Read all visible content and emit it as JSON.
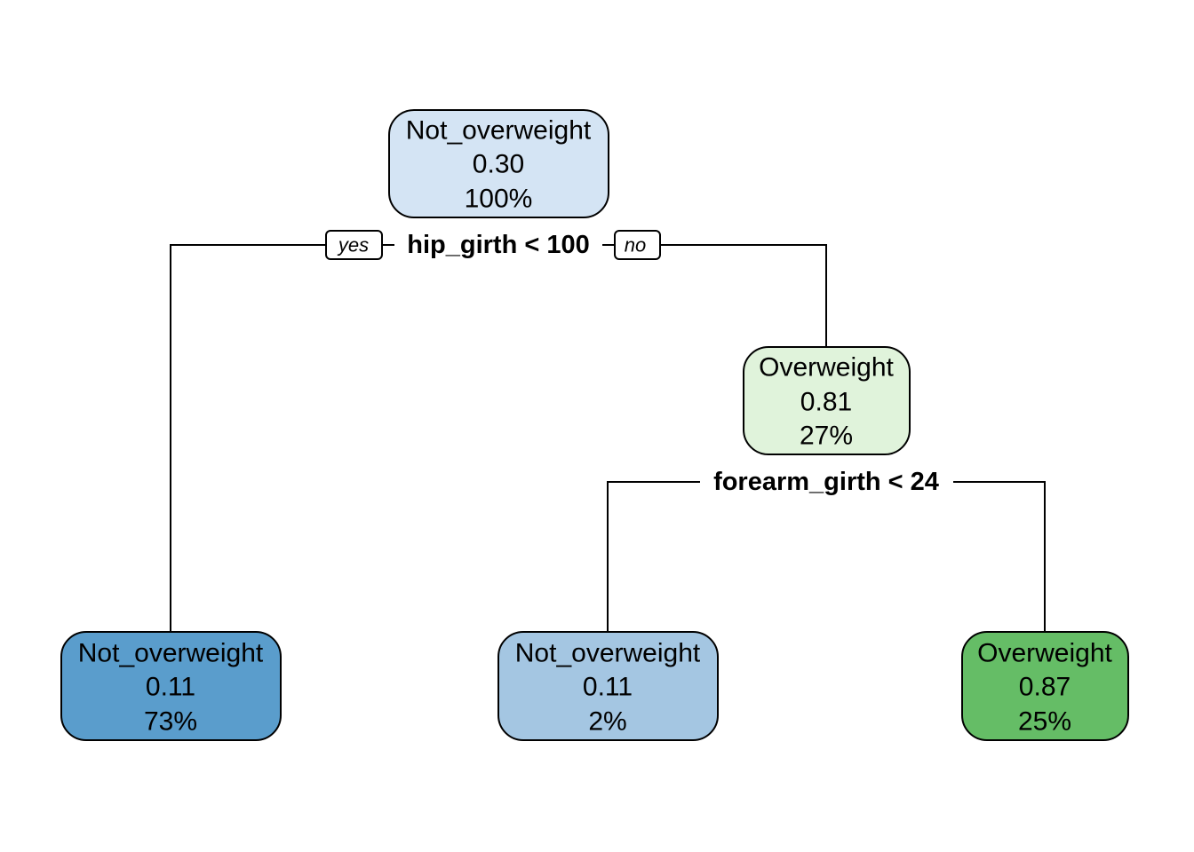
{
  "tree": {
    "nodes": {
      "root": {
        "class_label": "Not_overweight",
        "probability": "0.30",
        "percent": "100%",
        "fill": "#d4e4f4"
      },
      "right_internal": {
        "class_label": "Overweight",
        "probability": "0.81",
        "percent": "27%",
        "fill": "#e0f3db"
      },
      "leaf_left": {
        "class_label": "Not_overweight",
        "probability": "0.11",
        "percent": "73%",
        "fill": "#5a9dcc"
      },
      "leaf_mid": {
        "class_label": "Not_overweight",
        "probability": "0.11",
        "percent": "2%",
        "fill": "#a4c6e2"
      },
      "leaf_right": {
        "class_label": "Overweight",
        "probability": "0.87",
        "percent": "25%",
        "fill": "#65bd66"
      }
    },
    "splits": {
      "root": "hip_girth < 100",
      "right_internal": "forearm_girth < 24"
    },
    "branch_labels": {
      "yes": "yes",
      "no": "no"
    }
  }
}
